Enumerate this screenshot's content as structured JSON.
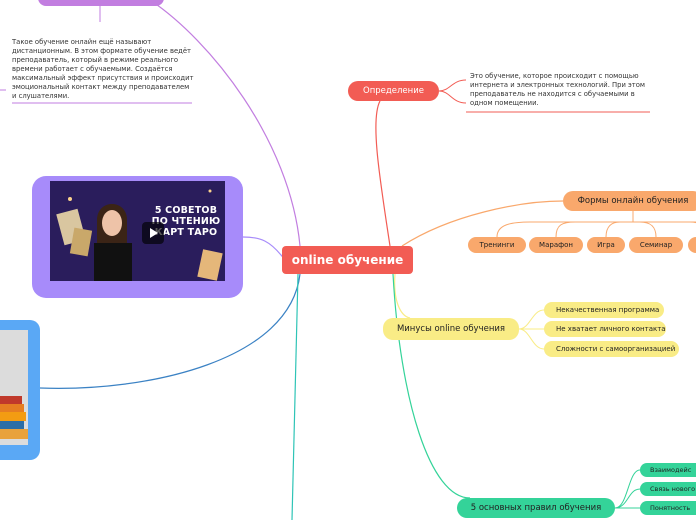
{
  "central": {
    "label": "online обучение"
  },
  "top_note": "Такое обучение онлайн ещё называют дистанционным. В этом формате обучение ведёт преподаватель, который в режиме реального времени работает с обучаемыми. Создаётся максимальный эффект присутствия и происходит эмоциональный контакт между преподавателем и слушателями.",
  "definition": {
    "label": "Определение",
    "note": "Это обучение, которое происходит с помощью интернета и электронных технологий. При этом преподаватель не находится с обучаемыми в одном помещении."
  },
  "forms": {
    "label": "Формы онлайн обучения",
    "items": [
      "Тренинги",
      "Марафон",
      "Игра",
      "Семинар"
    ]
  },
  "minuses": {
    "label": "Минусы online обучения",
    "items": [
      "Некачественная программа",
      "Не хватает личного контакта",
      "Сложности с самоорганизацией"
    ]
  },
  "rules": {
    "label": "5 основных правил обучения",
    "items": [
      "Взаимодейс",
      "Связь нового",
      "Понятность"
    ]
  },
  "video": {
    "title": "5 СОВЕТОВ ПО ЧТЕНИЮ КАРТ ТАРО"
  },
  "colors": {
    "definition": "#f25c54",
    "forms": "#f9a86c",
    "minuses": "#f9ec86",
    "rules": "#34d399",
    "top_branch": "#c27ee0",
    "video_frame": "#a78bfa",
    "image_frame": "#5aa8f5",
    "teal_branch": "#2ec4b6"
  }
}
